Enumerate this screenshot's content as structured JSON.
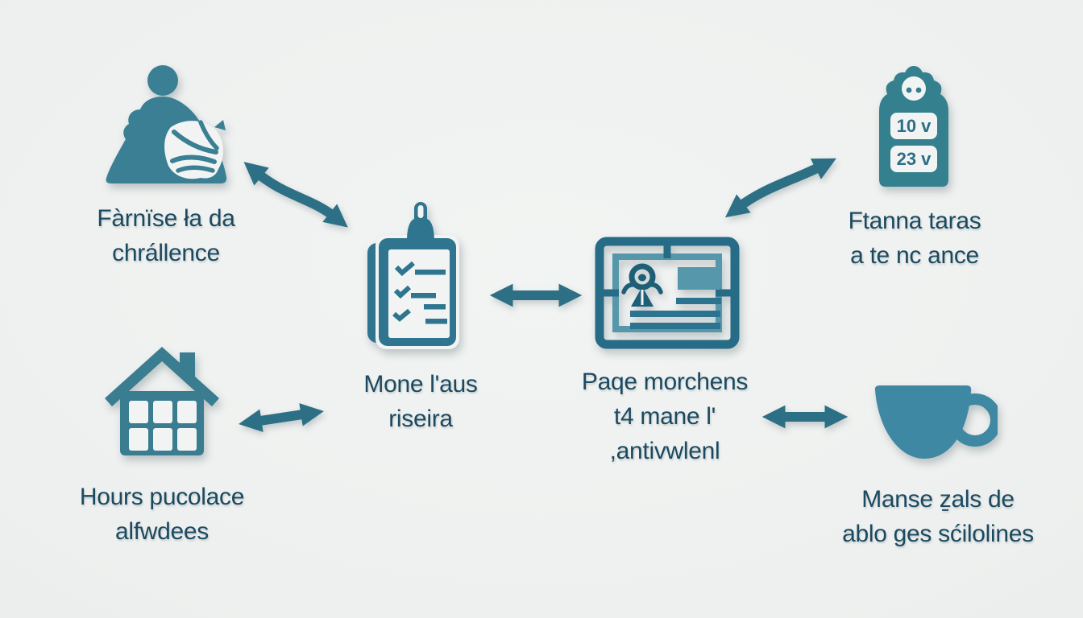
{
  "palette": {
    "background": "#eef0ef",
    "icon_teal": "#3a7f94",
    "icon_teal_dark": "#266c86",
    "icon_teal_light": "#5697ac",
    "arrow_teal": "#2d7085",
    "label_text": "#1b4a60"
  },
  "nodes": {
    "challenge": {
      "icon": "person-with-book-icon",
      "label_lines": [
        "Fàrnïse ła da",
        "chrállence"
      ]
    },
    "checklist": {
      "icon": "clipboard-checklist-icon",
      "label_lines": [
        "Mone l'aus",
        "riseira"
      ]
    },
    "idcard": {
      "icon": "id-card-icon",
      "label_lines": [
        "Paqe morchens",
        "t4 mane l'",
        ",antivwlenl"
      ]
    },
    "meter": {
      "icon": "voltage-tag-icon",
      "label_lines": [
        "Ftanna taras",
        "a te nc ance"
      ],
      "readout_top": "10 v",
      "readout_bottom": "23 v"
    },
    "house": {
      "icon": "house-icon",
      "label_lines": [
        "Hours pucolace",
        "alfwdees"
      ]
    },
    "cup": {
      "icon": "teacup-icon",
      "label_lines": [
        "Manse ẕals de",
        "ablo ges sćilolines"
      ]
    }
  },
  "connectors": [
    {
      "id": "person-clipboard",
      "type": "curved-double-arrow"
    },
    {
      "id": "clipboard-idcard",
      "type": "straight-double-arrow"
    },
    {
      "id": "idcard-meter",
      "type": "curved-double-arrow"
    },
    {
      "id": "house-clipboard",
      "type": "straight-double-arrow"
    },
    {
      "id": "idcard-cup",
      "type": "straight-double-arrow"
    }
  ]
}
